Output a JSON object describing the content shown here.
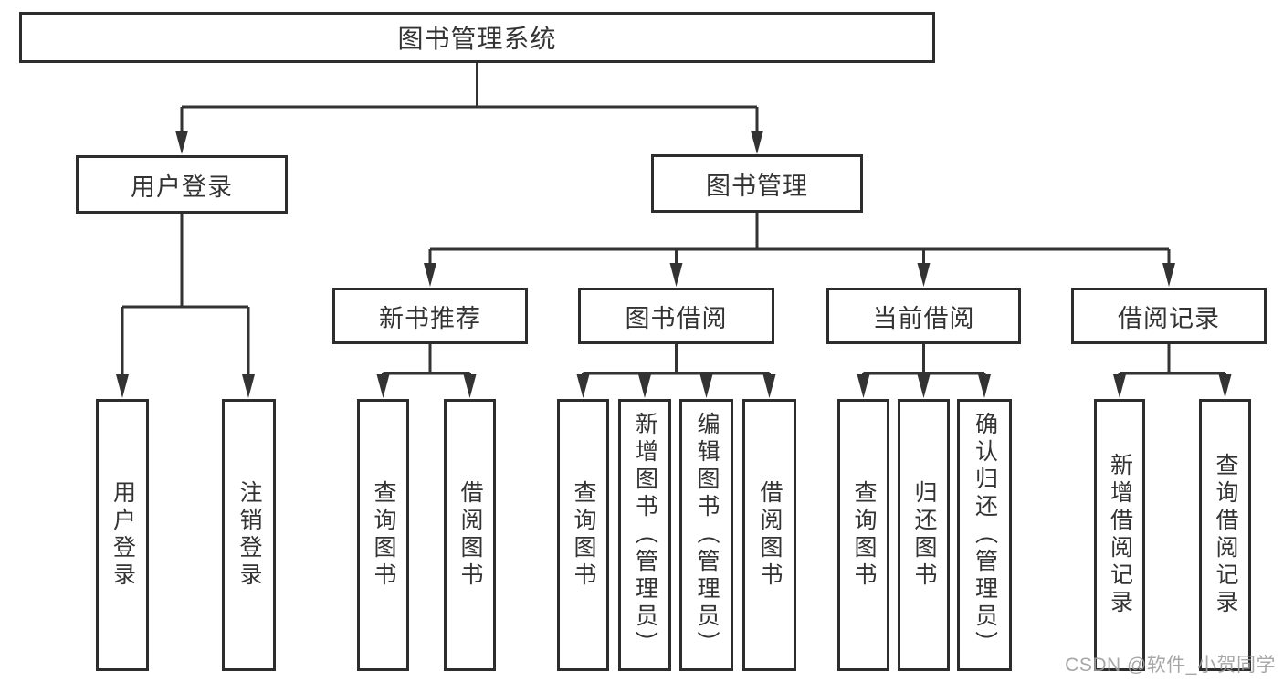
{
  "tree": {
    "root": {
      "label": "图书管理系统",
      "children": [
        {
          "label": "用户登录",
          "children": [
            {
              "label": "用户登录"
            },
            {
              "label": "注销登录"
            }
          ]
        },
        {
          "label": "图书管理",
          "children": [
            {
              "label": "新书推荐",
              "children": [
                {
                  "label": "查询图书"
                },
                {
                  "label": "借阅图书"
                }
              ]
            },
            {
              "label": "图书借阅",
              "children": [
                {
                  "label": "查询图书"
                },
                {
                  "label": "新增图书（管理员）"
                },
                {
                  "label": "编辑图书（管理员）"
                },
                {
                  "label": "借阅图书"
                }
              ]
            },
            {
              "label": "当前借阅",
              "children": [
                {
                  "label": "查询图书"
                },
                {
                  "label": "归还图书"
                },
                {
                  "label": "确认归还（管理员）"
                }
              ]
            },
            {
              "label": "借阅记录",
              "children": [
                {
                  "label": "新增借阅记录"
                },
                {
                  "label": "查询借阅记录"
                }
              ]
            }
          ]
        }
      ]
    }
  },
  "watermark": {
    "text": "CSDN @软件_小贺同学"
  },
  "colors": {
    "line": "#333333",
    "box_border": "#2d2d2d",
    "text": "#333333",
    "background": "#ffffff",
    "watermark": "#9e9e9e"
  }
}
